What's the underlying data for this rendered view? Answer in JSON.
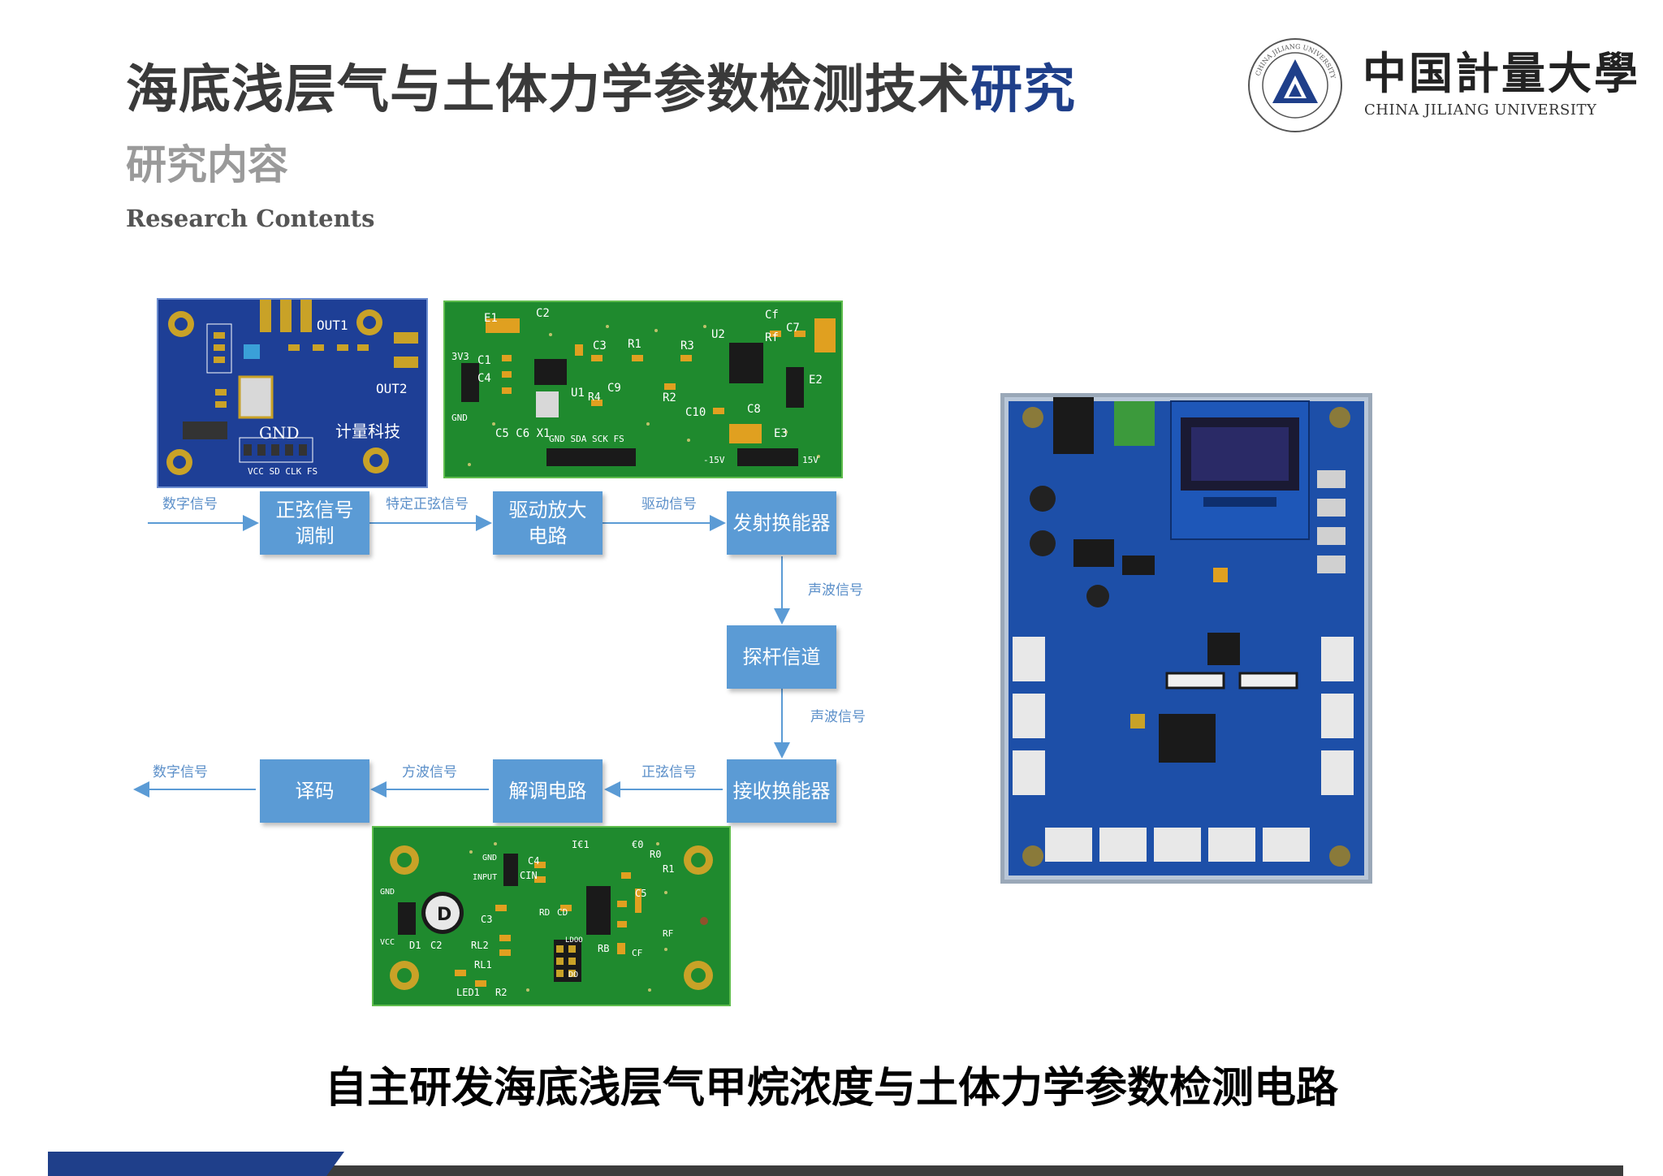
{
  "header": {
    "title_main": "海底浅层气与土体力学参数检测技术",
    "title_highlight": "研究",
    "subtitle": "研究内容",
    "subtitle_en": "Research Contents"
  },
  "logo": {
    "name_cn": "中国計量大學",
    "name_en": "CHINA JILIANG UNIVERSITY",
    "seal_text": "CHINA JILIANG UNIVERSITY"
  },
  "flow": {
    "boxes": [
      "正弦信号\n调制",
      "驱动放大\n电路",
      "发射换能器",
      "探杆信道",
      "接收换能器",
      "解调电路",
      "译码"
    ],
    "labels": [
      "数字信号",
      "特定正弦信号",
      "驱动信号",
      "声波信号",
      "声波信号",
      "正弦信号",
      "方波信号",
      "数字信号"
    ]
  },
  "pcb_top_left": {
    "labels": [
      "OUT1",
      "OUT2",
      "GND",
      "计量科技",
      "VCC SD CLK FS"
    ]
  },
  "pcb_top_mid": {
    "labels": [
      "E1",
      "C2",
      "C3",
      "R1",
      "R3",
      "U2",
      "Cf",
      "C7",
      "Rf",
      "3V3",
      "C1",
      "C4",
      "U1",
      "R4",
      "C9",
      "R2",
      "C10",
      "C8",
      "E2",
      "E3",
      "GND",
      "C5 C6 X1",
      "GND SDA SCK FS",
      "-15V",
      "15V"
    ]
  },
  "pcb_bottom": {
    "labels": [
      "GND",
      "C4",
      "CIN",
      "INPUT",
      "I€1",
      "€0",
      "R0",
      "R1",
      "C5",
      "GND",
      "VCC",
      "D1",
      "C2",
      "C3",
      "RL2",
      "RL1",
      "LED1",
      "R2",
      "RD",
      "CD",
      "LDOO",
      "RB",
      "CF",
      "RF",
      "DO"
    ]
  },
  "caption": "自主研发海底浅层气甲烷浓度与土体力学参数检测电路",
  "colors": {
    "title_gray": "#3a3a3a",
    "title_blue": "#1f3f8a",
    "flow_box": "#5b9bd5",
    "pcb_blue": "#1e3f96",
    "pcb_green": "#1f8a2e"
  }
}
